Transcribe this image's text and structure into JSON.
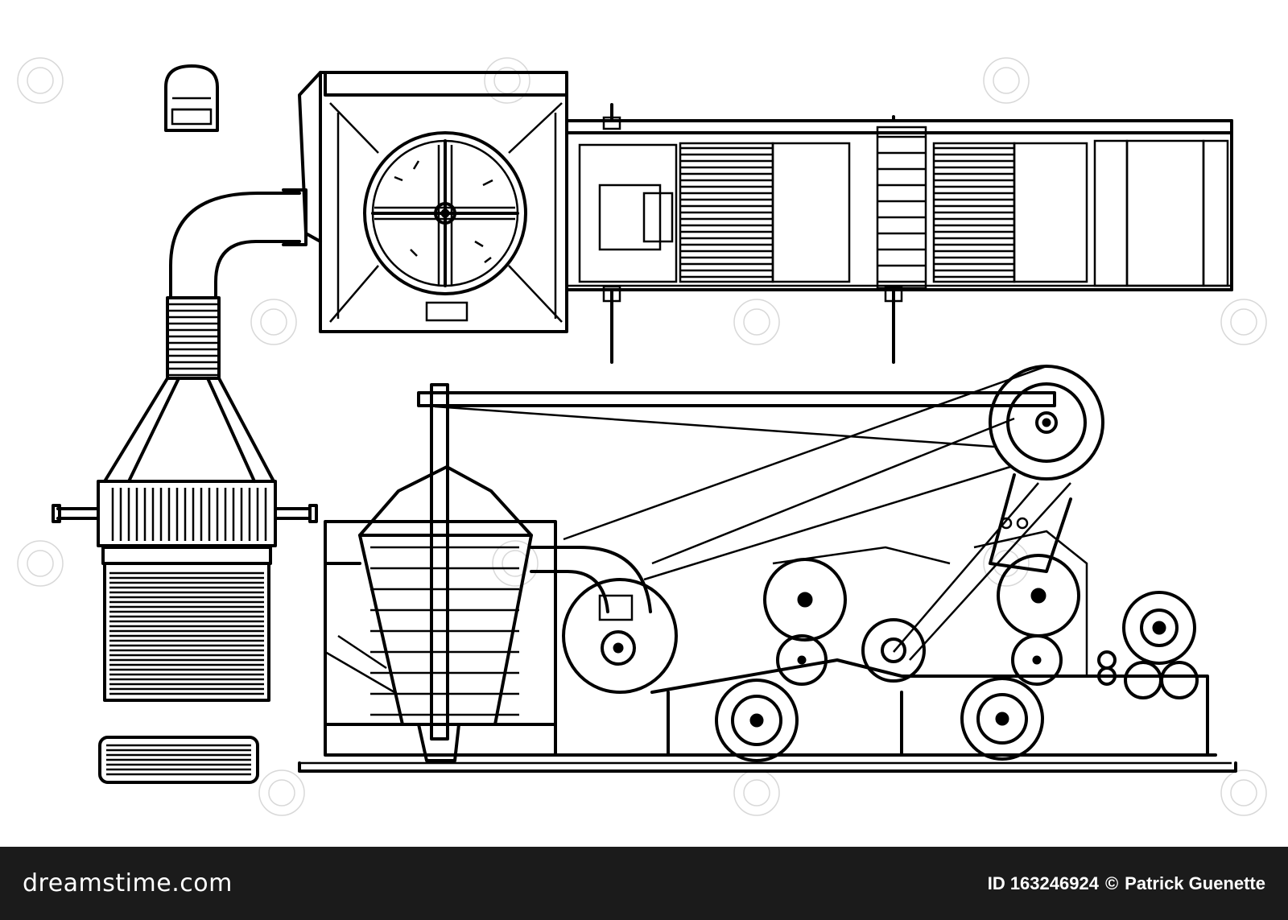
{
  "footer": {
    "brand": "dreamstime.com",
    "image_id": "ID 163246924",
    "copyright_symbol": "©",
    "author": "Patrick Guenette"
  },
  "colors": {
    "background": "#ffffff",
    "ink": "#000000",
    "footer_bar": "#1b1b1b",
    "footer_text": "#ffffff"
  },
  "drawing": {
    "style": "black line engraving",
    "components": [
      "small-fitting",
      "feeder-box",
      "fan-wheel",
      "conveyor-lattice",
      "bent-pipe",
      "condenser-cage",
      "lap-roll",
      "vertical-opener",
      "drive-pulley",
      "calender-rolls",
      "lap-drum",
      "base-rail"
    ]
  }
}
